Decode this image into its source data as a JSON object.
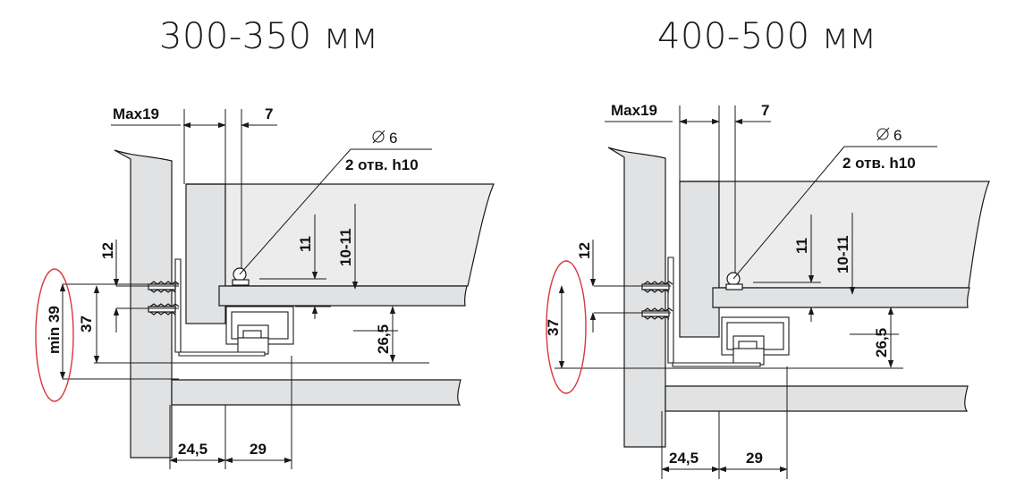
{
  "colors": {
    "panel_fill": "#e1e2e3",
    "panel_fill_light": "#ececed",
    "line": "#1a1a1a",
    "highlight_ellipse": "#d9363e"
  },
  "left": {
    "title": "300-350 мм",
    "labels": {
      "max": "Max19",
      "seven": "7",
      "diameter": "6",
      "holes": "2 отв. h10",
      "twelve": "12",
      "eleven": "11",
      "ten_eleven": "10-11",
      "twenty_six": "26,5",
      "thirty_seven": "37",
      "min39": "min 39",
      "twenty_four": "24,5",
      "twenty_nine": "29"
    }
  },
  "right": {
    "title": "400-500 мм",
    "labels": {
      "max": "Max19",
      "seven": "7",
      "diameter": "6",
      "holes": "2 отв. h10",
      "twelve": "12",
      "eleven": "11",
      "ten_eleven": "10-11",
      "twenty_six": "26,5",
      "thirty_seven": "37",
      "twenty_four": "24,5",
      "twenty_nine": "29"
    }
  }
}
